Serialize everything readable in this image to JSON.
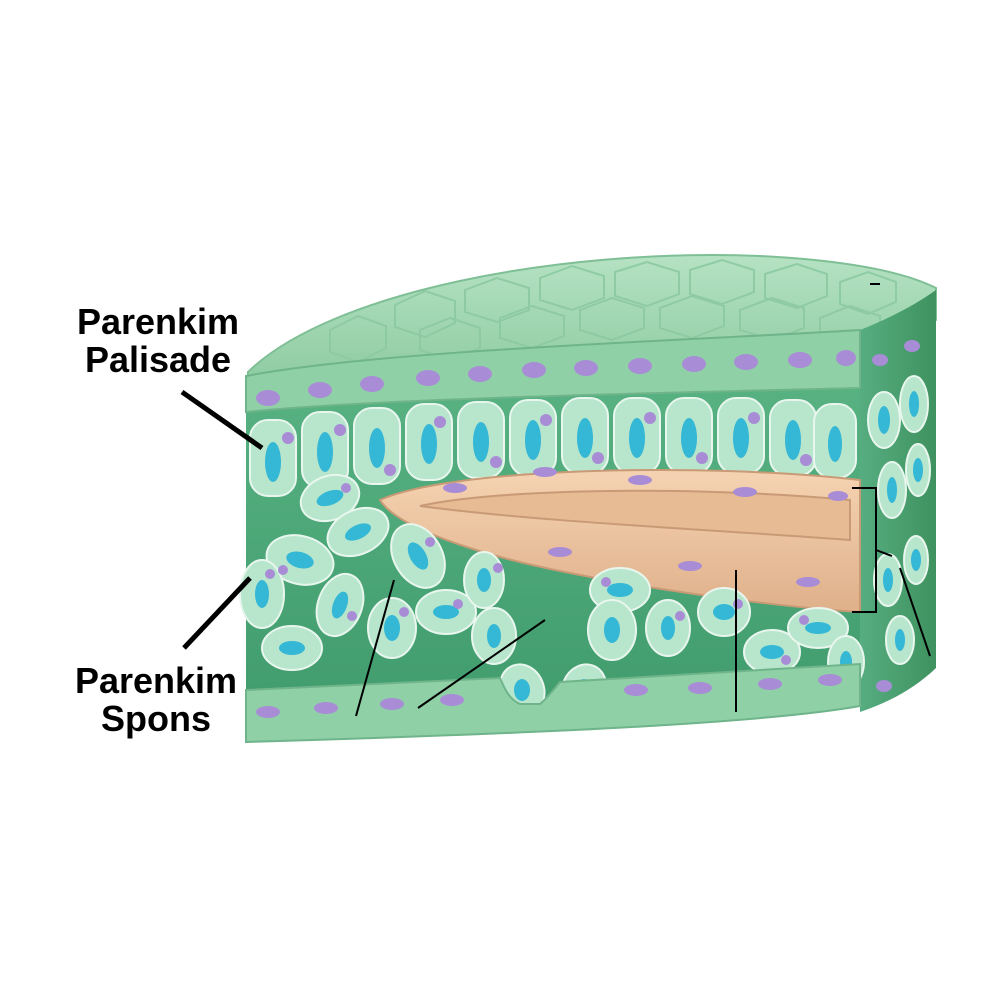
{
  "labels": {
    "palisade": {
      "line1": "Parenkim",
      "line2": "Palisade"
    },
    "spons": {
      "line1": "Parenkim",
      "line2": "Spons"
    }
  },
  "colors": {
    "leaf_face": "#4fa377",
    "top_surface": "#a9d9b8",
    "epidermis": "#8fd0a6",
    "palisade_cell": "#b7e6cc",
    "spongy_cell": "#b7e6cc",
    "chloroplast": "#35b7d6",
    "nucleus": "#a98cd6",
    "vascular_bundle": "#f1c6a0",
    "leader_line": "#000000"
  }
}
